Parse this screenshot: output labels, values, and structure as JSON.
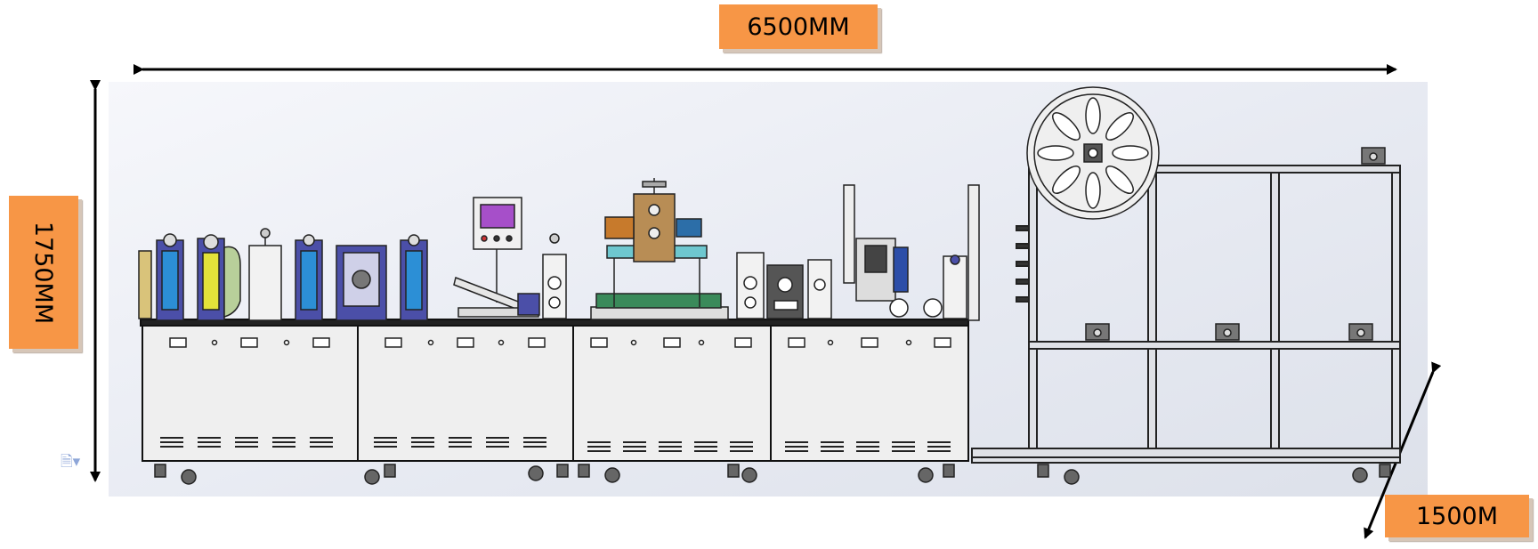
{
  "dimensions": {
    "width_label": "6500MM",
    "height_label": "1750MM",
    "depth_label": "1500M"
  },
  "colors": {
    "label_fill": "#f79646",
    "arrow": "#000000",
    "cabinet": "#eeeeee",
    "screen": "#a64fc9",
    "roller_blue": "#2c8fd6",
    "frame_blue": "#4b4fa8",
    "brass": "#b88d55"
  },
  "icons": [
    "document-icon"
  ]
}
